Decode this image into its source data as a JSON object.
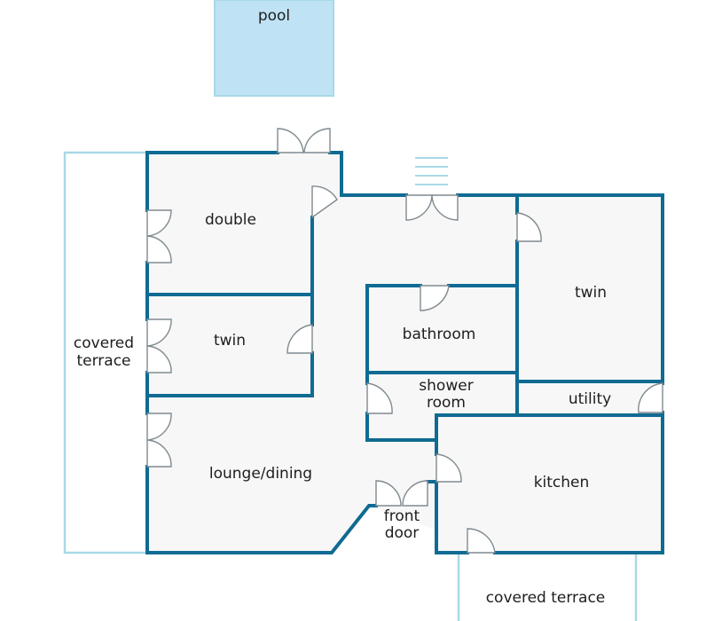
{
  "labels": {
    "pool": "pool",
    "double": "double",
    "twin_left": "twin",
    "covered_terrace_left_1": "covered",
    "covered_terrace_left_2": "terrace",
    "bathroom": "bathroom",
    "twin_right": "twin",
    "shower_1": "shower",
    "shower_2": "room",
    "utility": "utility",
    "lounge": "lounge/dining",
    "kitchen": "kitchen",
    "front_door_1": "front",
    "front_door_2": "door",
    "covered_terrace_bottom": "covered terrace"
  },
  "colors": {
    "wall": "#0f6b93",
    "outline": "#a9d9e6",
    "pool": "#bfe3f5",
    "floor": "#f7f7f7"
  }
}
